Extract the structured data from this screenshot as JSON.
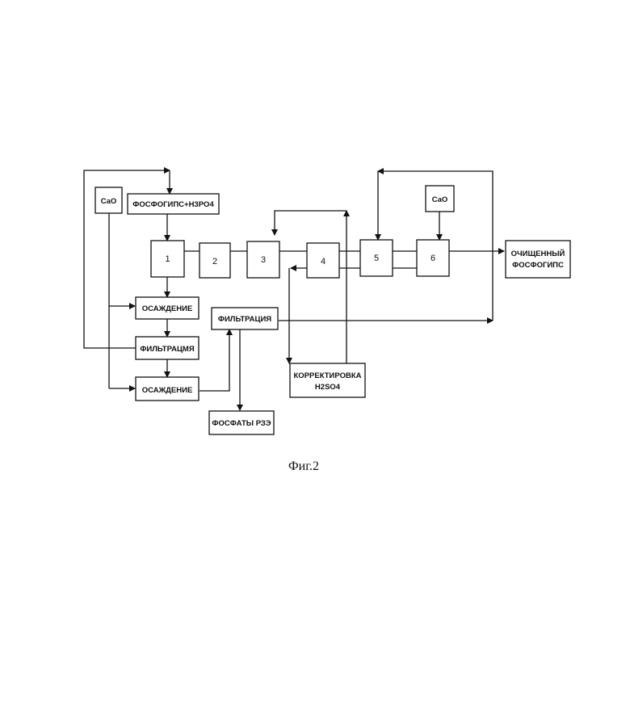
{
  "diagram": {
    "cao_left": "CaO",
    "cao_right": "CaO",
    "feed": "ФОСФОГИПС+H3PO4",
    "stage1": "1",
    "stage2": "2",
    "stage3": "3",
    "stage4": "4",
    "stage5": "5",
    "stage6": "6",
    "product_line1": "ОЧИЩЕННЫЙ",
    "product_line2": "ФОСФОГИПС",
    "precip1": "ОСАЖДЕНИЕ",
    "filter1": "ФИЛЬТРАЦМЯ",
    "precip2": "ОСАЖДЕНИЕ",
    "filter2": "ФИЛЬТРАЦИЯ",
    "phosphates": "ФОСФАТЫ РЗЭ",
    "correction_line1": "КОРРЕКТИРОВКА",
    "correction_line2": "H2SO4",
    "caption": "Фиг.2"
  }
}
